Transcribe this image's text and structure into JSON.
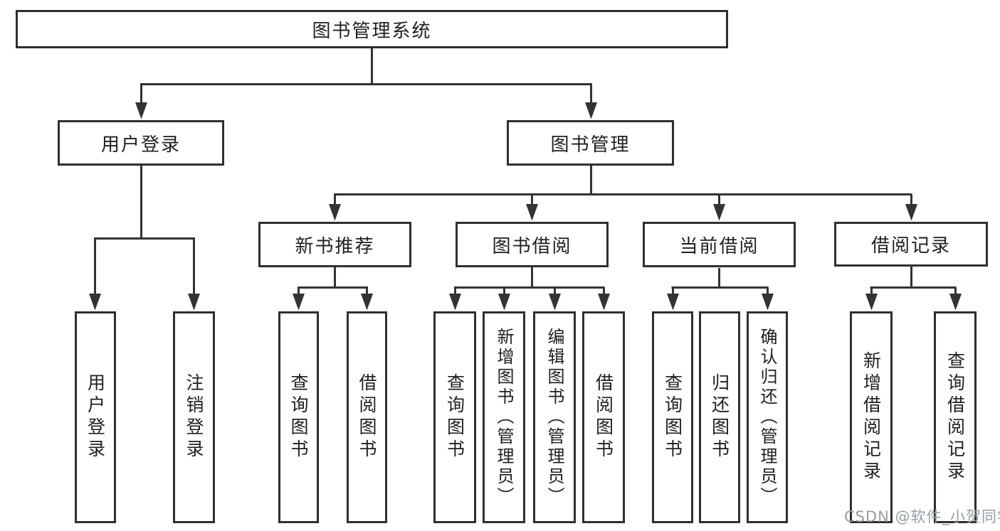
{
  "diagram_title": "图书管理系统",
  "tree": {
    "root": {
      "label": "图书管理系统"
    },
    "branches": [
      {
        "label": "用户登录",
        "children": [
          {
            "label": "用户登录"
          },
          {
            "label": "注销登录"
          }
        ]
      },
      {
        "label": "图书管理",
        "children": [
          {
            "label": "新书推荐",
            "children": [
              {
                "label": "查询图书"
              },
              {
                "label": "借阅图书"
              }
            ]
          },
          {
            "label": "图书借阅",
            "children": [
              {
                "label": "查询图书"
              },
              {
                "label": "新增图书（管理员）"
              },
              {
                "label": "编辑图书（管理员）"
              },
              {
                "label": "借阅图书"
              }
            ]
          },
          {
            "label": "当前借阅",
            "children": [
              {
                "label": "查询图书"
              },
              {
                "label": "归还图书"
              },
              {
                "label": "确认归还（管理员）"
              }
            ]
          },
          {
            "label": "借阅记录",
            "children": [
              {
                "label": "新增借阅记录"
              },
              {
                "label": "查询借阅记录"
              }
            ]
          }
        ]
      }
    ]
  },
  "watermark": "CSDN @软件_小贺同学",
  "colors": {
    "line": "#333333",
    "box_border": "#2f2f2f",
    "text": "#1f1f1f",
    "watermark": "#979da3",
    "background": "#ffffff"
  }
}
